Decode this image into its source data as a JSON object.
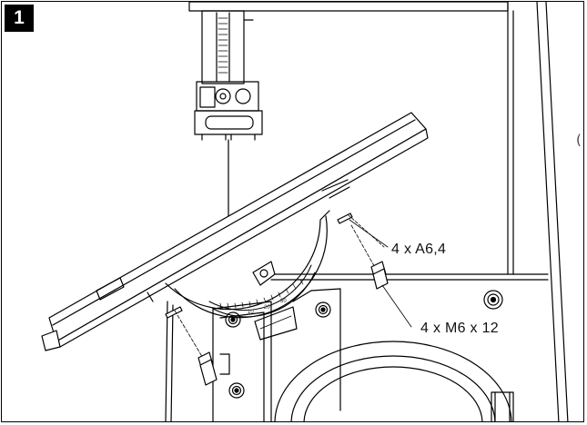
{
  "figure": {
    "number": "1"
  },
  "callouts": {
    "washer": "4 x A6,4",
    "screw": "4 x M6 x 12"
  },
  "edge_glyph": "(",
  "tilt_scale": {
    "labels": [
      "10",
      "20",
      "30"
    ]
  },
  "colors": {
    "line": "#000000",
    "background": "#ffffff",
    "badge": "#000000"
  }
}
